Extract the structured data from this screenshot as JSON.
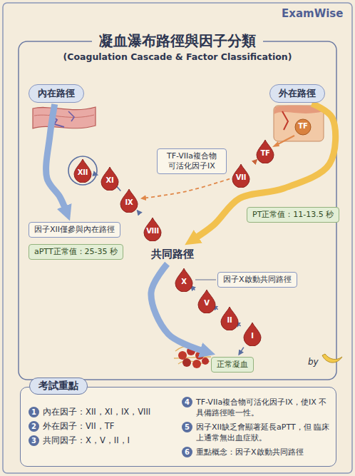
{
  "diagram": {
    "title": "凝血瀑布路徑與因子分類",
    "nodes": [
      {
        "text": [
          "內在路徑"
        ]
      },
      {
        "text": [
          "外在路徑"
        ]
      },
      {
        "text": [
          "XII"
        ]
      },
      {
        "text": [
          "XI"
        ]
      },
      {
        "text": [
          "TF"
        ]
      },
      {
        "text": [
          "TF-VIIa複合物 可活化因子IX"
        ]
      },
      {
        "text": [
          "VII"
        ]
      },
      {
        "text": [
          "IX"
        ]
      },
      {
        "text": [
          "因子XII僅參與內在路徑"
        ]
      },
      {
        "text": [
          "VIII"
        ]
      },
      {
        "text": [
          "PT正常值：11-13.5 秒"
        ]
      },
      {
        "text": [
          "aPTT正常值：25-35 秒"
        ]
      },
      {
        "text": [
          "共同路徑"
        ]
      },
      {
        "text": [
          "X"
        ]
      },
      {
        "text": [
          "因子X啟動共同路徑"
        ]
      },
      {
        "text": [
          "V"
        ]
      },
      {
        "text": [
          "II"
        ]
      },
      {
        "text": [
          "I"
        ]
      },
      {
        "text": [
          "正常凝血"
        ]
      },
      {
        "text": [
          "考試重點"
        ]
      }
    ],
    "edges": [
      {
        "from": 0,
        "to": 8,
        "arrow": "to"
      },
      {
        "from": 2,
        "to": 3,
        "arrow": "to"
      },
      {
        "from": 3,
        "to": 7,
        "arrow": "to"
      },
      {
        "from": 7,
        "to": 9,
        "arrow": "to"
      },
      {
        "from": 4,
        "to": 6,
        "arrow": "to"
      },
      {
        "from": 6,
        "to": 7,
        "arrow": "to"
      },
      {
        "from": 1,
        "to": 12,
        "arrow": "to"
      },
      {
        "from": 12,
        "to": 18,
        "arrow": "to"
      },
      {
        "from": 13,
        "to": 15,
        "arrow": "to"
      },
      {
        "from": 15,
        "to": 16,
        "arrow": "to"
      },
      {
        "from": 16,
        "to": 17,
        "arrow": "to"
      },
      {
        "from": 17,
        "to": 18,
        "arrow": "to"
      },
      {
        "from": 14,
        "to": 13,
        "arrow": "none"
      }
    ],
    "labels": [
      "(Coagulation Cascade & Factor Classification)",
      "ExamWise",
      "TF",
      "by",
      "1",
      "內在因子：XII，XI，IX，VIII",
      "2",
      "外在因子：VII，TF",
      "3",
      "共同因子：X，V，II，I",
      "4",
      "TF-VIIa複合物可活化因子IX，使IX 不具備路徑唯一性。",
      "5",
      "因子XII缺乏會顯著延長aPTT，但 臨床上通常無出血症狀。",
      "6",
      "重點概念：因子X啟動共同路徑"
    ]
  }
}
